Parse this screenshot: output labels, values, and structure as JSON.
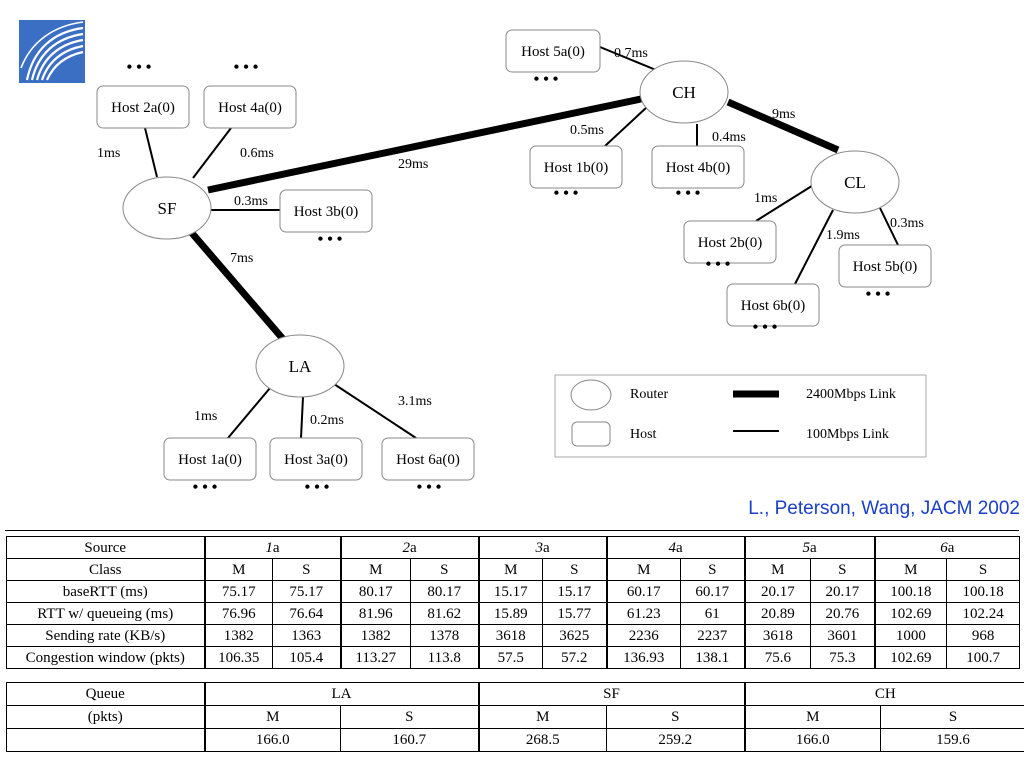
{
  "colors": {
    "logo_bg": "#3b6fc4",
    "citation": "#1a3fc8",
    "ink": "#000000"
  },
  "logo": {
    "icon": "swoosh-logo-icon"
  },
  "diagram": {
    "routers": [
      {
        "id": "SF",
        "label": "SF"
      },
      {
        "id": "CH",
        "label": "CH"
      },
      {
        "id": "CL",
        "label": "CL"
      },
      {
        "id": "LA",
        "label": "LA"
      }
    ],
    "hosts": [
      {
        "id": "2a",
        "label": "Host 2a(0)"
      },
      {
        "id": "4a",
        "label": "Host 4a(0)"
      },
      {
        "id": "3b",
        "label": "Host 3b(0)"
      },
      {
        "id": "5a",
        "label": "Host 5a(0)"
      },
      {
        "id": "1b",
        "label": "Host 1b(0)"
      },
      {
        "id": "4b",
        "label": "Host 4b(0)"
      },
      {
        "id": "2b",
        "label": "Host 2b(0)"
      },
      {
        "id": "5b",
        "label": "Host 5b(0)"
      },
      {
        "id": "6b",
        "label": "Host 6b(0)"
      },
      {
        "id": "1a",
        "label": "Host 1a(0)"
      },
      {
        "id": "3a",
        "label": "Host 3a(0)"
      },
      {
        "id": "6a",
        "label": "Host 6a(0)"
      }
    ],
    "ellipsis": "• • •",
    "links": [
      {
        "from": "SF",
        "to": "CH",
        "delay": "29ms",
        "type": "2400Mbps"
      },
      {
        "from": "CH",
        "to": "CL",
        "delay": "9ms",
        "type": "2400Mbps"
      },
      {
        "from": "SF",
        "to": "LA",
        "delay": "7ms",
        "type": "2400Mbps"
      },
      {
        "from": "SF",
        "to": "2a",
        "delay": "1ms",
        "type": "100Mbps"
      },
      {
        "from": "SF",
        "to": "4a",
        "delay": "0.6ms",
        "type": "100Mbps"
      },
      {
        "from": "SF",
        "to": "3b",
        "delay": "0.3ms",
        "type": "100Mbps"
      },
      {
        "from": "CH",
        "to": "5a",
        "delay": "0.7ms",
        "type": "100Mbps"
      },
      {
        "from": "CH",
        "to": "1b",
        "delay": "0.5ms",
        "type": "100Mbps"
      },
      {
        "from": "CH",
        "to": "4b",
        "delay": "0.4ms",
        "type": "100Mbps"
      },
      {
        "from": "CL",
        "to": "2b",
        "delay": "1ms",
        "type": "100Mbps"
      },
      {
        "from": "CL",
        "to": "6b",
        "delay": "1.9ms",
        "type": "100Mbps"
      },
      {
        "from": "CL",
        "to": "5b",
        "delay": "0.3ms",
        "type": "100Mbps"
      },
      {
        "from": "LA",
        "to": "1a",
        "delay": "1ms",
        "type": "100Mbps"
      },
      {
        "from": "LA",
        "to": "3a",
        "delay": "0.2ms",
        "type": "100Mbps"
      },
      {
        "from": "LA",
        "to": "6a",
        "delay": "3.1ms",
        "type": "100Mbps"
      }
    ],
    "legend": {
      "router": "Router",
      "host": "Host",
      "thick": "2400Mbps Link",
      "thin": "100Mbps Link"
    }
  },
  "citation": "L., Peterson, Wang, JACM 2002",
  "source_table": {
    "row_source": "Source",
    "row_class": "Class",
    "sources": [
      {
        "num": "1",
        "suffix": "a"
      },
      {
        "num": "2",
        "suffix": "a"
      },
      {
        "num": "3",
        "suffix": "a"
      },
      {
        "num": "4",
        "suffix": "a"
      },
      {
        "num": "5",
        "suffix": "a"
      },
      {
        "num": "6",
        "suffix": "a"
      }
    ],
    "classes": [
      "M",
      "S",
      "M",
      "S",
      "M",
      "S",
      "M",
      "S",
      "M",
      "S",
      "M",
      "S"
    ],
    "rows": [
      {
        "label": "baseRTT (ms)",
        "values": [
          "75.17",
          "75.17",
          "80.17",
          "80.17",
          "15.17",
          "15.17",
          "60.17",
          "60.17",
          "20.17",
          "20.17",
          "100.18",
          "100.18"
        ]
      },
      {
        "label": "RTT w/ queueing (ms)",
        "values": [
          "76.96",
          "76.64",
          "81.96",
          "81.62",
          "15.89",
          "15.77",
          "61.23",
          "61",
          "20.89",
          "20.76",
          "102.69",
          "102.24"
        ]
      },
      {
        "label": "Sending rate (KB/s)",
        "values": [
          "1382",
          "1363",
          "1382",
          "1378",
          "3618",
          "3625",
          "2236",
          "2237",
          "3618",
          "3601",
          "1000",
          "968"
        ]
      },
      {
        "label": "Congestion window (pkts)",
        "values": [
          "106.35",
          "105.4",
          "113.27",
          "113.8",
          "57.5",
          "57.2",
          "136.93",
          "138.1",
          "75.6",
          "75.3",
          "102.69",
          "100.7"
        ]
      }
    ]
  },
  "queue_table": {
    "label_line1": "Queue",
    "label_line2": "(pkts)",
    "routers": [
      "LA",
      "SF",
      "CH"
    ],
    "classes": [
      "M",
      "S",
      "M",
      "S",
      "M",
      "S"
    ],
    "values": [
      "166.0",
      "160.7",
      "268.5",
      "259.2",
      "166.0",
      "159.6"
    ]
  }
}
